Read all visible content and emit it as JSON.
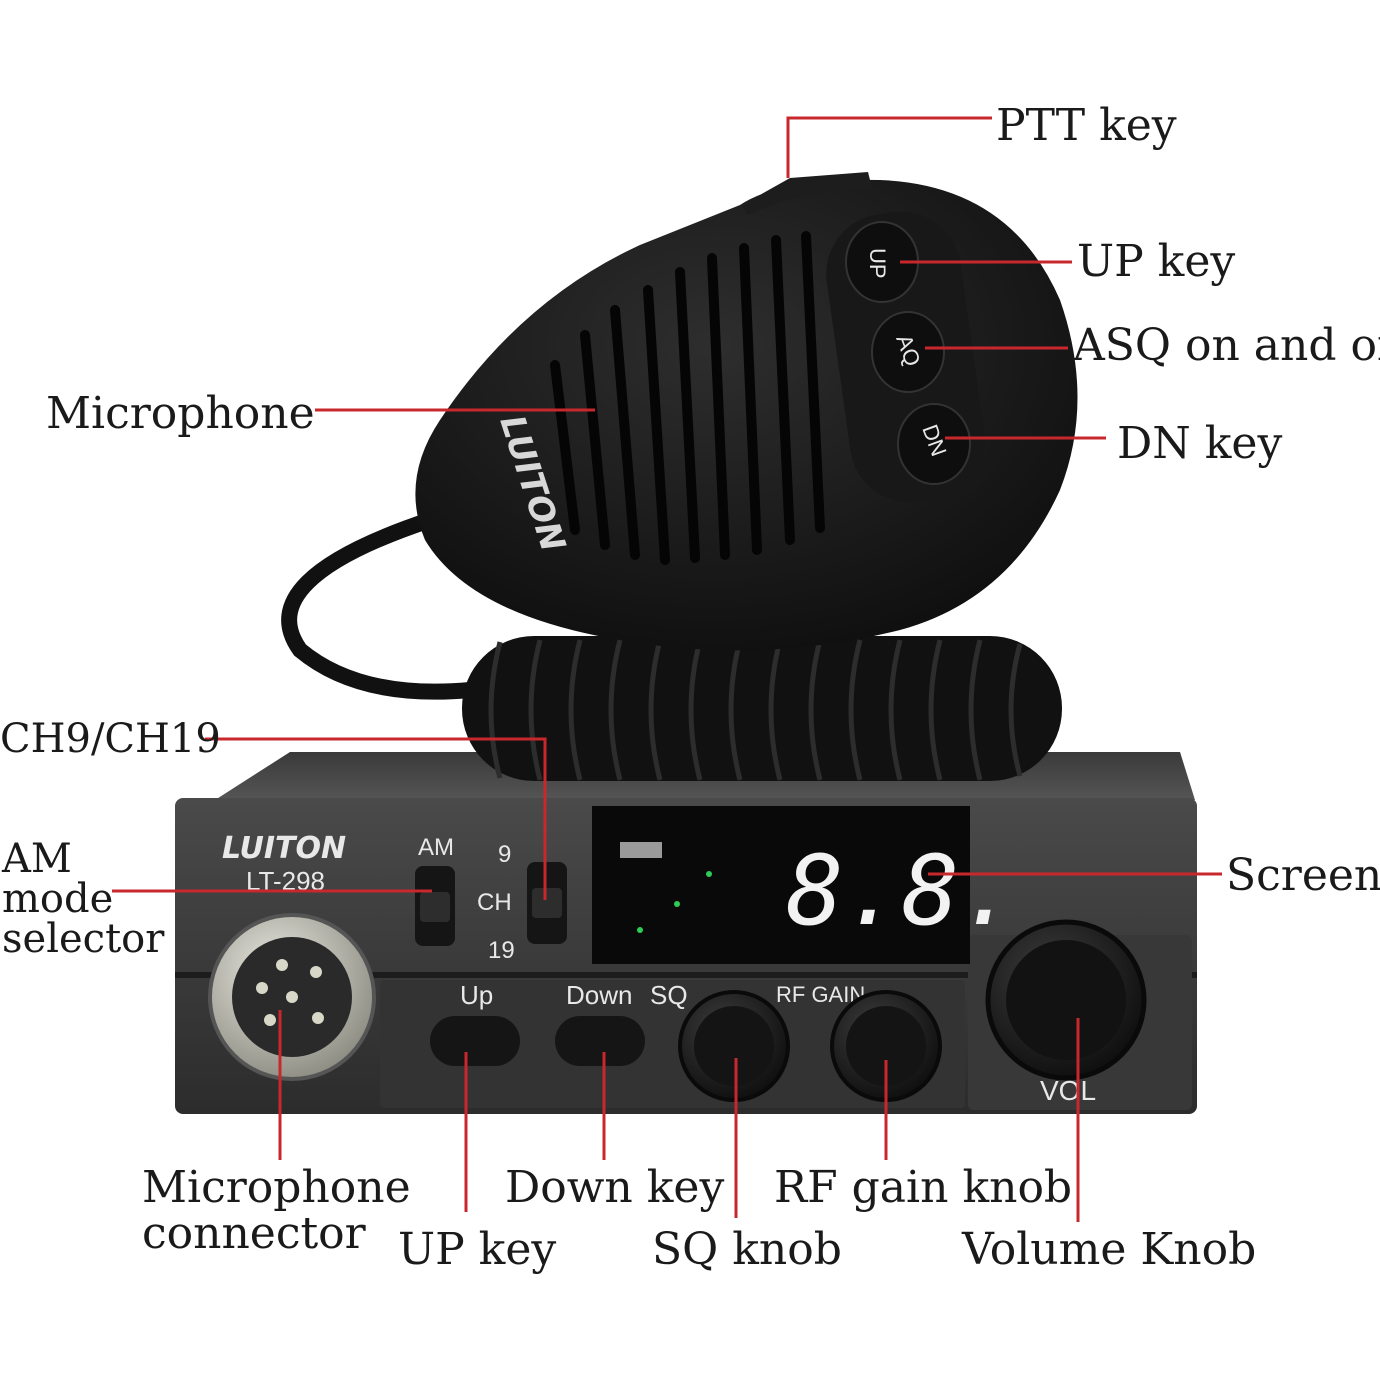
{
  "device": {
    "brand": "LUITON",
    "model": "LT-298",
    "panel": {
      "am_label": "AM",
      "ch_label": "CH",
      "ch_top": "9",
      "ch_bottom": "19",
      "up_label": "Up",
      "down_label": "Down",
      "sq_label": "SQ",
      "rfgain_label": "RF GAIN",
      "vol_label": "VOL",
      "display_value": "8.8."
    },
    "mic": {
      "brand": "LUITON",
      "up_btn": "UP",
      "aq_btn": "AQ",
      "dn_btn": "DN"
    }
  },
  "callouts": {
    "ptt_key": "PTT key",
    "mic_up_key": "UP key",
    "asq": "ASQ on and off",
    "dn_key": "DN key",
    "microphone": "Microphone",
    "ch9_ch19": "CH9/CH19",
    "am_mode_1": "AM",
    "am_mode_2": "mode",
    "am_mode_3": "selector",
    "screen": "Screen",
    "mic_connector_1": "Microphone",
    "mic_connector_2": "connector",
    "panel_up_key": "UP key",
    "down_key": "Down key",
    "sq_knob": "SQ knob",
    "rf_gain_knob": "RF gain knob",
    "volume_knob": "Volume Knob"
  },
  "colors": {
    "leader": "#c8282c",
    "body": "#2b2b2b",
    "display_green": "#2ecc55"
  }
}
